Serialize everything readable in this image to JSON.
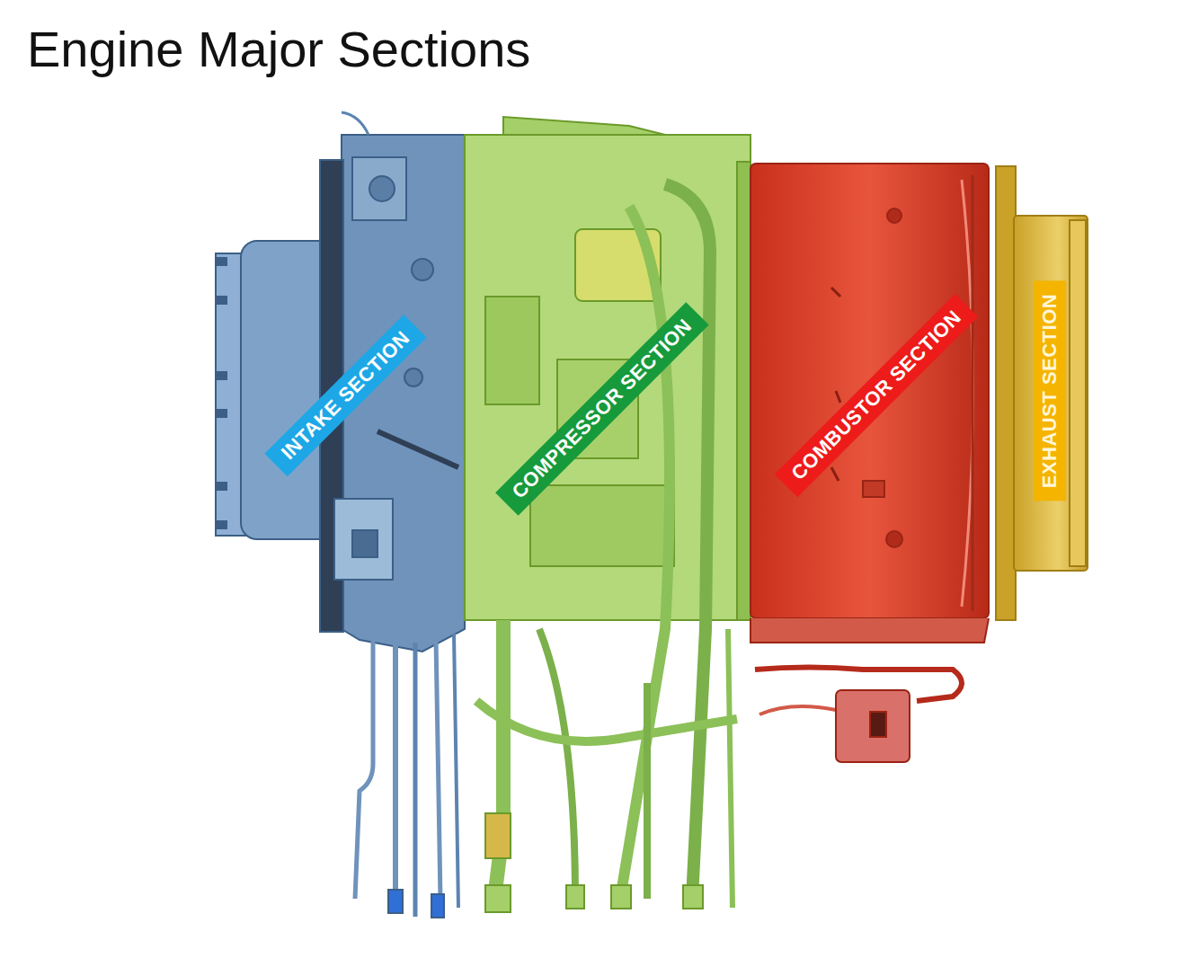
{
  "diagram": {
    "title": "Engine Major Sections",
    "nodes": [
      {
        "text": [
          "INTAKE SECTION"
        ]
      },
      {
        "text": [
          "COMPRESSOR SECTION"
        ]
      },
      {
        "text": [
          "COMBUSTOR SECTION"
        ]
      },
      {
        "text": [
          "EXHAUST SECTION"
        ]
      }
    ]
  }
}
